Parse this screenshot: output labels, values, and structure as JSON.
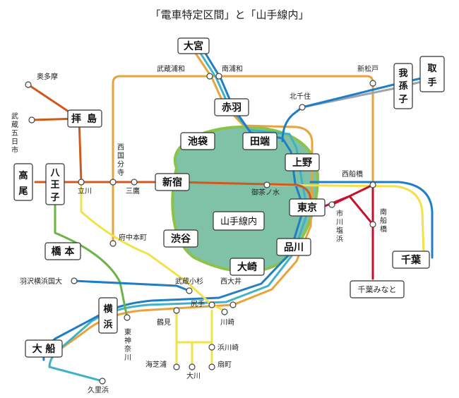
{
  "title": "「電車特定区間」と「山手線内」",
  "yamanote_area_label": "山手線内",
  "colors": {
    "orange": "#e8a33a",
    "blue": "#1f7fc6",
    "teal": "#3fb2c8",
    "green": "#6ab445",
    "yellow": "#f1e24a",
    "red": "#c8102e",
    "darkorange": "#d05a1e",
    "gray": "#9aa4ad",
    "yamanote_fill": "#7fc2a7",
    "yamanote_ring": "#8bc34a"
  },
  "boxed_stations": {
    "omiya": "大宮",
    "akabane": "赤羽",
    "ikebukuro": "池袋",
    "tabata": "田端",
    "ueno": "上野",
    "shinjuku": "新宿",
    "tokyo": "東京",
    "shibuya": "渋谷",
    "shinagawa": "品川",
    "osaki": "大崎",
    "chiba": "千葉",
    "toride_1": "取",
    "toride_2": "手",
    "abiko_1": "我",
    "abiko_2": "孫",
    "abiko_3": "子",
    "haijima_1": "拝",
    "haijima_2": "島",
    "takao_1": "高",
    "takao_2": "尾",
    "hachioji_1": "八",
    "hachioji_2": "王",
    "hachioji_3": "子",
    "hashimoto": "橋 本",
    "yokohama_1": "横",
    "yokohama_2": "浜",
    "ofuna": "大 船",
    "chiba_minato": "千葉みなと"
  },
  "stations": {
    "okutama": "奥多摩",
    "musashi_itsukaichi": [
      "武",
      "蔵",
      "五",
      "日",
      "市"
    ],
    "musashi_urawa": "武蔵浦和",
    "minami_urawa": "南浦和",
    "shin_matsudo": "新松戸",
    "kita_senju": "北千住",
    "nishi_kokubunji": [
      "西",
      "国",
      "分",
      "寺"
    ],
    "tachikawa": "立川",
    "mitaka": "三鷹",
    "ochanomizu": "御茶ノ水",
    "nishi_funabashi": "西船橋",
    "ichikawa_shiohama": [
      "市",
      "川",
      "塩",
      "浜"
    ],
    "minami_funabashi": [
      "南",
      "船",
      "橋"
    ],
    "fuchu_hommachi": "府中本町",
    "hamura_yokohama_kokudai": "羽沢横浜国大",
    "musashi_kosugi": "武蔵小杉",
    "nishi_oi": "西大井",
    "shiriteyoko": "尻手",
    "tsurumi": "鶴見",
    "kawasaki": "川崎",
    "higashi_kanagawa": [
      "東",
      "神",
      "奈",
      "川"
    ],
    "hama_kawasaki": "浜川崎",
    "umi_shibaura": "海芝浦",
    "okawa": "大川",
    "ogimachi": "扇町",
    "kurihama": "久里浜"
  }
}
